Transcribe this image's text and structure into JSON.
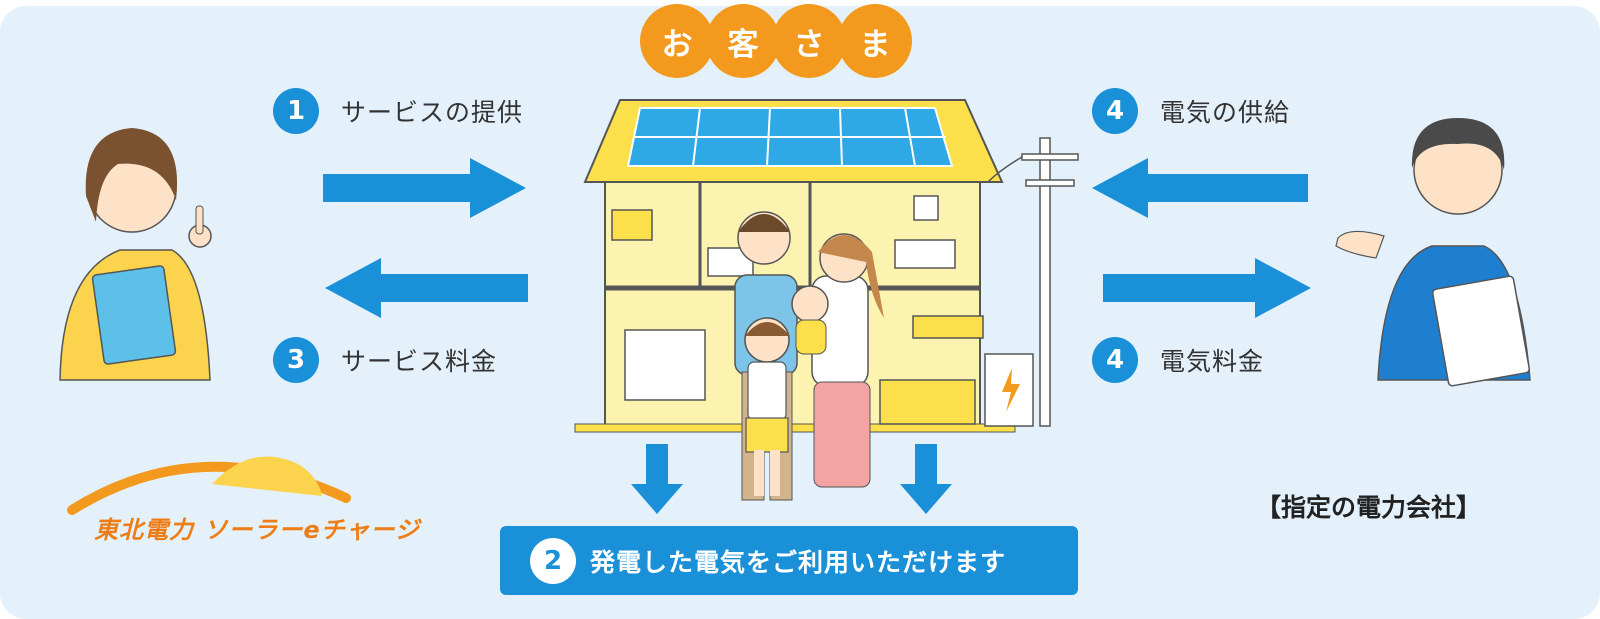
{
  "title_circles": [
    "お",
    "客",
    "さ",
    "ま"
  ],
  "steps": {
    "service_provide": {
      "number": "1",
      "label": "サービスの提供"
    },
    "service_fee": {
      "number": "3",
      "label": "サービス料金"
    },
    "power_supply": {
      "number": "4",
      "label": "電気の供給"
    },
    "power_fee": {
      "number": "4",
      "label": "電気料金"
    },
    "self_use": {
      "number": "2",
      "label": "発電した電気をご利用いただけます"
    }
  },
  "company_label": "【指定の電力会社】",
  "logo": {
    "text": "東北電力 ソーラーeチャージ"
  },
  "colors": {
    "arrow": "#1a90d8",
    "orange": "#f39a1e",
    "background": "#e4f1fb",
    "house": "#fbe04b"
  }
}
